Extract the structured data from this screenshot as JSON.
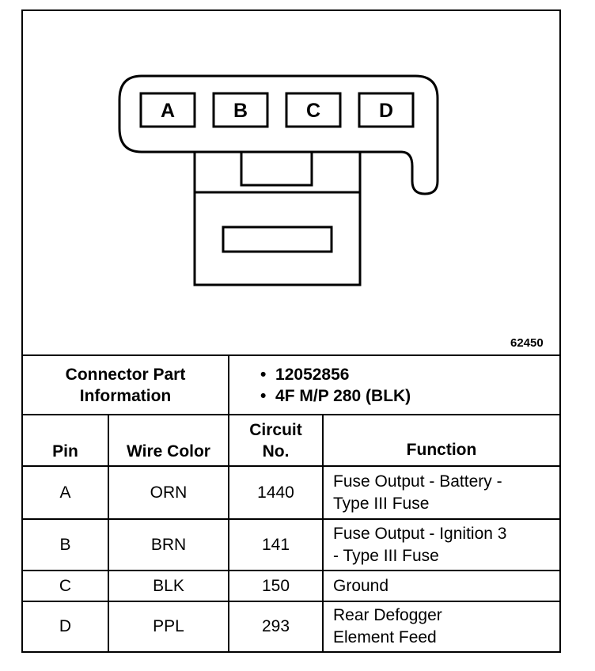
{
  "figure": {
    "id": "62450",
    "pins": [
      "A",
      "B",
      "C",
      "D"
    ]
  },
  "connector_info": {
    "label_line1": "Connector Part",
    "label_line2": "Information",
    "items": [
      "12052856",
      "4F M/P 280 (BLK)"
    ]
  },
  "table": {
    "headers": {
      "pin": "Pin",
      "wire_color": "Wire Color",
      "circuit_line1": "Circuit",
      "circuit_line2": "No.",
      "function": "Function"
    },
    "rows": [
      {
        "pin": "A",
        "wire_color": "ORN",
        "circuit": "1440",
        "function_line1": "Fuse Output - Battery -",
        "function_line2": "Type III Fuse"
      },
      {
        "pin": "B",
        "wire_color": "BRN",
        "circuit": "141",
        "function_line1": "Fuse Output - Ignition 3",
        "function_line2": "- Type III Fuse"
      },
      {
        "pin": "C",
        "wire_color": "BLK",
        "circuit": "150",
        "function_line1": "Ground",
        "function_line2": ""
      },
      {
        "pin": "D",
        "wire_color": "PPL",
        "circuit": "293",
        "function_line1": "Rear Defogger",
        "function_line2": "Element Feed"
      }
    ]
  }
}
